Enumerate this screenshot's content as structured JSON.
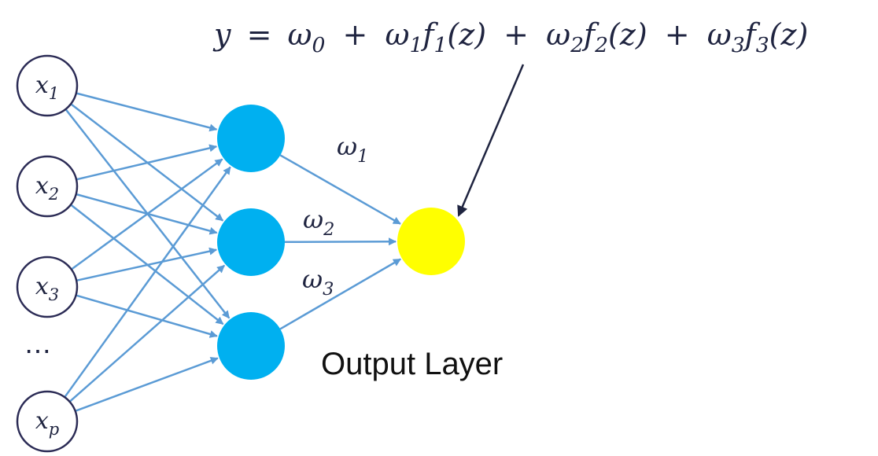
{
  "formula": {
    "lhs": "y",
    "eq": "=",
    "w0": "ω",
    "w0_sub": "0",
    "plus1": "+",
    "w1": "ω",
    "w1_sub": "1",
    "f1": "f",
    "f1_sub": "1",
    "f1_arg": "(z)",
    "plus2": "+",
    "w2": "ω",
    "w2_sub": "2",
    "f2": "f",
    "f2_sub": "2",
    "f2_arg": "(z)",
    "plus3": "+",
    "w3": "ω",
    "w3_sub": "3",
    "f3": "f",
    "f3_sub": "3",
    "f3_arg": "(z)"
  },
  "inputs": [
    {
      "symbol": "x",
      "sub": "1"
    },
    {
      "symbol": "x",
      "sub": "2"
    },
    {
      "symbol": "x",
      "sub": "3"
    },
    {
      "symbol": "x",
      "sub": "p"
    }
  ],
  "ellipsis": "⋯",
  "weights": [
    {
      "symbol": "ω",
      "sub": "1"
    },
    {
      "symbol": "ω",
      "sub": "2"
    },
    {
      "symbol": "ω",
      "sub": "3"
    }
  ],
  "output_label": "Output Layer",
  "colors": {
    "hidden_node": "#00b0f0",
    "output_node": "#ffff00",
    "input_stroke": "#2b2b55",
    "edge": "#5b9bd5",
    "annotation_arrow": "#1f2440"
  }
}
